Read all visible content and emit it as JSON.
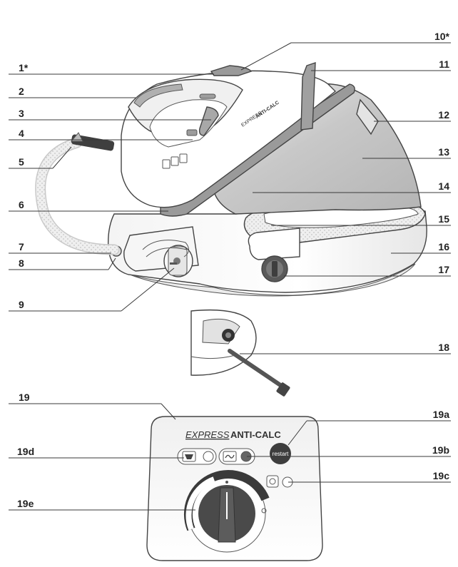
{
  "labels": {
    "l1": "1*",
    "l2": "2",
    "l3": "3",
    "l4": "4",
    "l5": "5",
    "l6": "6",
    "l7": "7",
    "l8": "8",
    "l9": "9",
    "l10": "10*",
    "l11": "11",
    "l12": "12",
    "l13": "13",
    "l14": "14",
    "l15": "15",
    "l16": "16",
    "l17": "17",
    "l18": "18",
    "l19": "19",
    "l19a": "19a",
    "l19b": "19b",
    "l19c": "19c",
    "l19d": "19d",
    "l19e": "19e"
  },
  "iron_text": {
    "express": "EXPRESS",
    "anticalc": "ANTI-CALC"
  },
  "panel_text": {
    "express": "EXPRESS",
    "anticalc": "ANTI-CALC",
    "restart": "restart"
  },
  "colors": {
    "label_text": "#222222",
    "leader_line": "#3a3a3a",
    "restart_button": "#3d3d3d",
    "dial_knob": "#4a4a4a",
    "boiler_shade": "#bdbdbd"
  },
  "icons": {
    "anticalc_indicator": "cartridge-icon",
    "restart_indicator": "wave-arrow-icon",
    "eco_indicator": "eco-icon"
  }
}
